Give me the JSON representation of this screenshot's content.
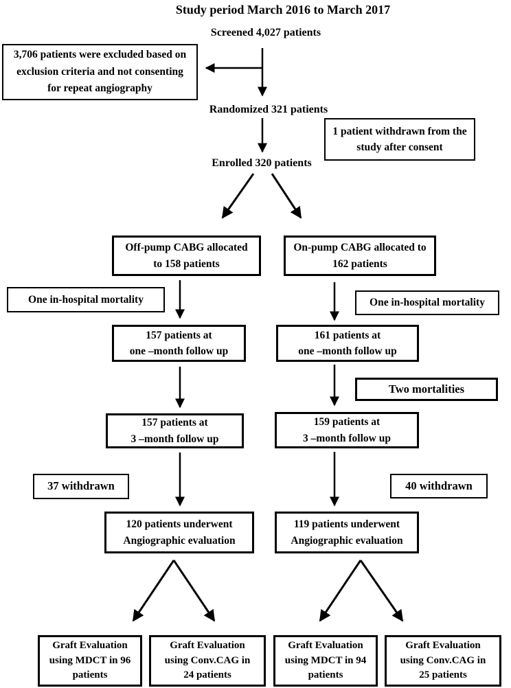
{
  "title": "Study period March 2016 to March 2017",
  "colors": {
    "line": "#000000",
    "background": "#ffffff",
    "text": "#000000"
  },
  "flow": {
    "screened": {
      "label": "Screened 4,027 patients"
    },
    "excluded": {
      "label": "3,706 patients were excluded based on\nexclusion criteria and not consenting\nfor repeat angiography"
    },
    "randomized": {
      "label": "Randomized 321 patients"
    },
    "withdrawn_after_consent": {
      "label": "1 patient withdrawn from the\nstudy after consent"
    },
    "enrolled": {
      "label": "Enrolled 320 patients"
    },
    "offpump": {
      "allocated": {
        "label": "Off-pump CABG allocated\nto 158 patients"
      },
      "mortality": {
        "label": "One in-hospital mortality"
      },
      "one_month": {
        "label": "157 patients at\none –month follow up"
      },
      "three_month": {
        "label": "157 patients at\n3 –month follow up"
      },
      "withdrawn": {
        "label": "37 withdrawn"
      },
      "angio": {
        "label": "120 patients underwent\nAngiographic evaluation"
      },
      "graft_mdct": {
        "label": "Graft Evaluation\nusing MDCT in 96\npatients"
      },
      "graft_cag": {
        "label": "Graft Evaluation\nusing Conv.CAG in\n24 patients"
      }
    },
    "onpump": {
      "allocated": {
        "label": "On-pump CABG allocated to\n162 patients"
      },
      "mortality": {
        "label": "One in-hospital mortality"
      },
      "one_month": {
        "label": "161 patients at\none –month follow up"
      },
      "mortalities": {
        "label": "Two mortalities"
      },
      "three_month": {
        "label": "159 patients at\n3 –month follow up"
      },
      "withdrawn": {
        "label": "40 withdrawn"
      },
      "angio": {
        "label": "119 patients underwent\nAngiographic evaluation"
      },
      "graft_mdct": {
        "label": "Graft Evaluation\nusing MDCT in 94\npatients"
      },
      "graft_cag": {
        "label": "Graft Evaluation\nusing Conv.CAG in\n25 patients"
      }
    }
  }
}
